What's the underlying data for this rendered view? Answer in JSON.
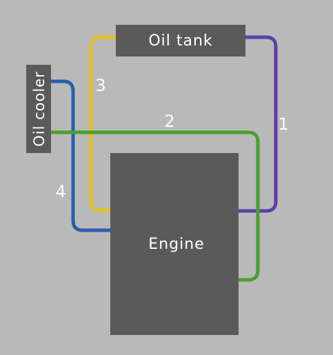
{
  "components": {
    "oil_tank": "Oil tank",
    "oil_cooler": "Oil cooler",
    "engine": "Engine"
  },
  "pipes": [
    {
      "id": "1",
      "label": "1",
      "color": "#5b3fa8"
    },
    {
      "id": "2",
      "label": "2",
      "color": "#4aa02c"
    },
    {
      "id": "3",
      "label": "3",
      "color": "#e2c21f"
    },
    {
      "id": "4",
      "label": "4",
      "color": "#2a5cb0"
    }
  ],
  "colors": {
    "background": "#b9b9b9",
    "box": "#5a5a5a",
    "text": "#ffffff"
  }
}
